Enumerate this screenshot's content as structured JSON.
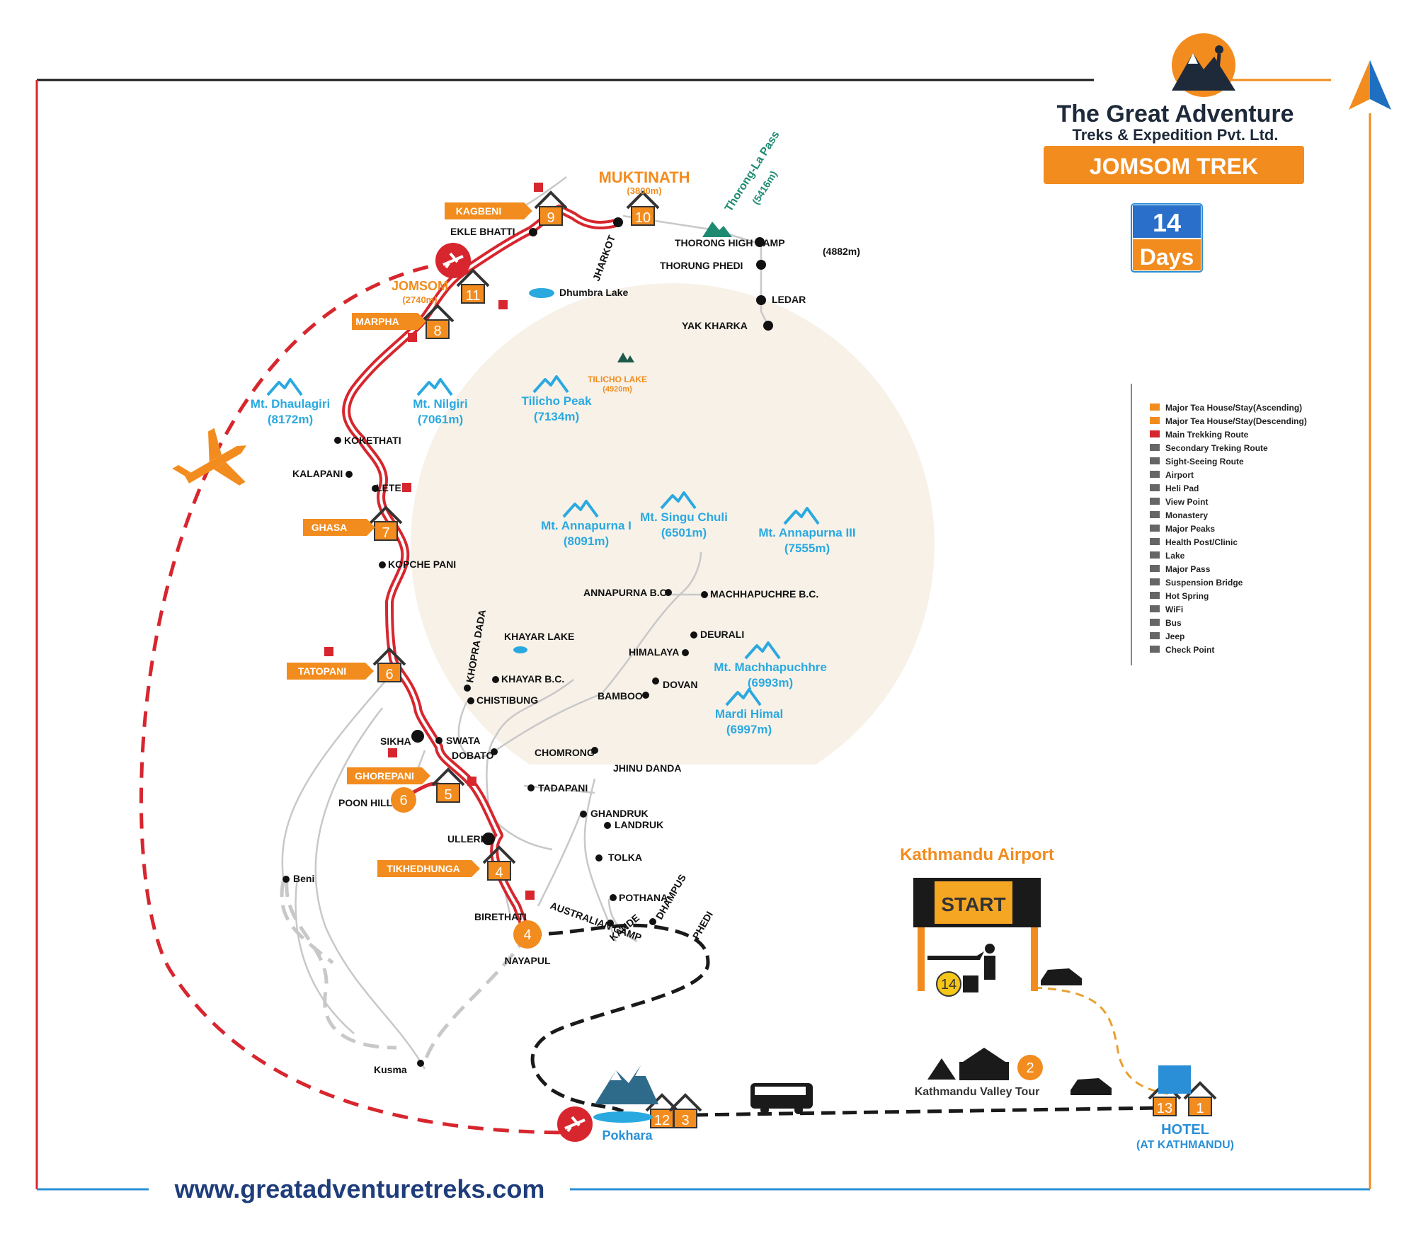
{
  "brand": {
    "name": "The Great Adventure",
    "subtitle": "Treks & Expedition Pvt. Ltd.",
    "trek_name": "JOMSOM TREK",
    "days_number": "14",
    "days_word": "Days",
    "website": "www.greatadventuretreks.com"
  },
  "colors": {
    "main_route": "#d7262e",
    "orange": "#f28c1e",
    "peak_blue": "#2aa9e0",
    "frame_red": "#d7262e",
    "frame_blue": "#2a8fd6",
    "navy": "#1f3d7a"
  },
  "legend": [
    {
      "icon": "house-icon",
      "label": "Major Tea House/Stay(Ascending)"
    },
    {
      "icon": "house-icon",
      "label": "Major Tea House/Stay(Descending)"
    },
    {
      "icon": "main-route-icon",
      "label": "Main Trekking Route"
    },
    {
      "icon": "secondary-route-icon",
      "label": "Secondary Treking Route"
    },
    {
      "icon": "sightseeing-route-icon",
      "label": "Sight-Seeing Route"
    },
    {
      "icon": "airport-icon",
      "label": "Airport"
    },
    {
      "icon": "helipad-icon",
      "label": "Heli Pad"
    },
    {
      "icon": "viewpoint-icon",
      "label": "View Point"
    },
    {
      "icon": "monastery-icon",
      "label": "Monastery"
    },
    {
      "icon": "peak-icon",
      "label": "Major Peaks"
    },
    {
      "icon": "health-post-icon",
      "label": "Health Post/Clinic"
    },
    {
      "icon": "lake-icon",
      "label": "Lake"
    },
    {
      "icon": "pass-icon",
      "label": "Major Pass"
    },
    {
      "icon": "bridge-icon",
      "label": "Suspension Bridge"
    },
    {
      "icon": "hot-spring-icon",
      "label": "Hot Spring"
    },
    {
      "icon": "wifi-icon",
      "label": "WiFi"
    },
    {
      "icon": "bus-icon",
      "label": "Bus"
    },
    {
      "icon": "jeep-icon",
      "label": "Jeep"
    },
    {
      "icon": "checkpoint-icon",
      "label": "Check Point"
    }
  ],
  "stops": {
    "muktinath": {
      "name": "MUKTINATH",
      "elev": "(3800m)"
    },
    "jomsom": {
      "name": "JOMSOM",
      "elev": "(2740m)"
    },
    "kagbeni": "KAGBENI",
    "marpha": "MARPHA",
    "ghasa": "GHASA",
    "tatopani": "TATOPANI",
    "ghorepani": "GHOREPANI",
    "tikhedhunga": "TIKHEDHUNGA",
    "kathmandu_airport": "Kathmandu Airport",
    "start": "START",
    "valley_tour": "Kathmandu Valley Tour",
    "hotel": "HOTEL",
    "hotel_sub": "(AT KATHMANDU)",
    "pokhara": "Pokhara"
  },
  "day_numbers": {
    "muktinath": "10",
    "kagbeni": "9",
    "jomsom": "11",
    "marpha": "8",
    "ghasa": "7",
    "tatopani": "6",
    "ghorepani": "5",
    "poonhill": "6",
    "tikhedhunga": "4",
    "nayapul": "4",
    "pokhara_a": "12",
    "pokhara_b": "3",
    "hotel_a": "13",
    "hotel_b": "1",
    "valley": "2",
    "airport": "14"
  },
  "pass": {
    "name": "Thorong-La Pass",
    "elev": "(5416m)"
  },
  "peaks": {
    "dhaulagiri": {
      "name": "Mt. Dhaulagiri",
      "elev": "(8172m)"
    },
    "nilgiri": {
      "name": "Mt. Nilgiri",
      "elev": "(7061m)"
    },
    "tilicho": {
      "name": "Tilicho Peak",
      "elev": "(7134m)"
    },
    "annapurna1": {
      "name": "Mt. Annapurna I",
      "elev": "(8091m)"
    },
    "singu": {
      "name": "Mt. Singu Chuli",
      "elev": "(6501m)"
    },
    "annapurna3": {
      "name": "Mt. Annapurna III",
      "elev": "(7555m)"
    },
    "machha": {
      "name": "Mt. Machhapuchhre",
      "elev": "(6993m)"
    },
    "mardi": {
      "name": "Mardi Himal",
      "elev": "(6997m)"
    }
  },
  "lakes": {
    "tilicho": {
      "name": "TILICHO LAKE",
      "elev": "(4920m)"
    },
    "dhumbra": "Dhumbra Lake",
    "khayar": "KHAYAR LAKE"
  },
  "places": {
    "ekle_bhatti": "EKLE BHATTI",
    "jharkot": "JHARKOT",
    "thorong_high_camp": "THORONG HIGH CAMP",
    "high_camp_elev": "(4882m)",
    "thorung_phedi": "THORUNG PHEDI",
    "ledar": "LEDAR",
    "yak_kharka": "YAK KHARKA",
    "kokethati": "KOKETHATI",
    "kalapani": "KALAPANI",
    "lete": "LETE",
    "kopche_pani": "KOPCHE PANI",
    "khopra_dada": "KHOPRA DADA",
    "khayar_bc": "KHAYAR B.C.",
    "chistibung": "CHISTIBUNG",
    "annapurna_bc": "ANNAPURNA B.C.",
    "machhapuchre_bc": "MACHHAPUCHRE B.C.",
    "deurali": "DEURALI",
    "himalaya": "HIMALAYA",
    "dovan": "DOVAN",
    "bamboo": "BAMBOO",
    "sikha": "SIKHA",
    "swata": "SWATA",
    "dobato": "DOBATO",
    "chomrong": "CHOMRONG",
    "jhinu_danda": "JHINU DANDA",
    "poon_hill": "POON HILL",
    "tadapani": "TADAPANI",
    "ghandruk": "GHANDRUK",
    "landruk": "LANDRUK",
    "ulleri": "ULLERI",
    "tolka": "TOLKA",
    "beni": "Beni",
    "pothana": "POTHANA",
    "dhampus": "DHAMPUS",
    "birethati": "BIRETHATI",
    "australian_camp": "AUSTRALIAN CAMP",
    "kande": "KANDE",
    "phedi": "PHEDI",
    "nayapul": "NAYAPUL",
    "kusma": "Kusma"
  }
}
